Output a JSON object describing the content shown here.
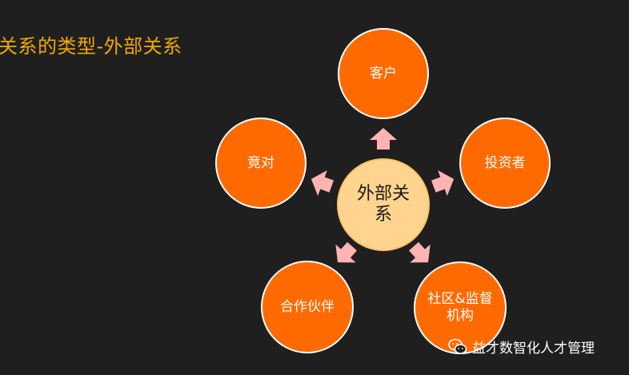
{
  "slide": {
    "title": "关系的类型-外部关系"
  },
  "diagram": {
    "center": {
      "label": "外部关系",
      "fill": "#ffd48f"
    },
    "nodes": [
      {
        "id": "customer",
        "label": "客户"
      },
      {
        "id": "investor",
        "label": "投资者"
      },
      {
        "id": "community",
        "label": "社区&监督机构"
      },
      {
        "id": "partner",
        "label": "合作伙伴"
      },
      {
        "id": "competitor",
        "label": "竟对"
      }
    ],
    "node_fill": "#ff6a00",
    "arrow_fill": "#ffb3b3",
    "accent": "#f2a900"
  },
  "watermark": {
    "icon": "wechat-icon",
    "text": "益才数智化人才管理"
  }
}
